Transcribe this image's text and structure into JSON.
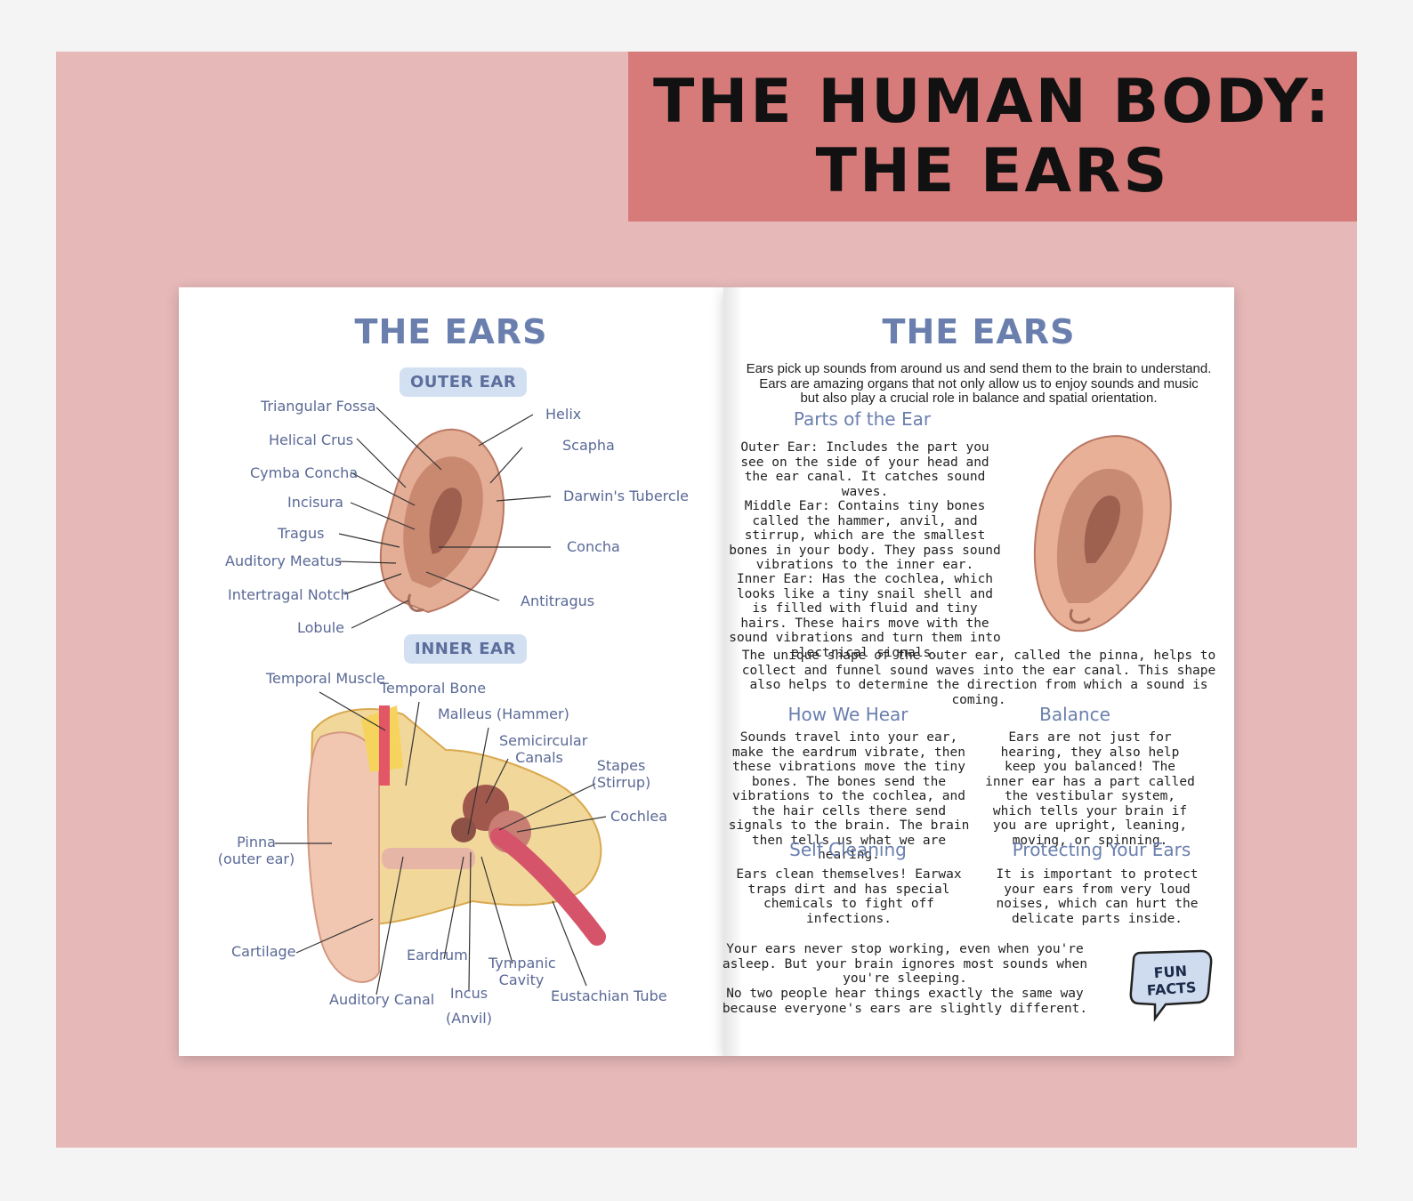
{
  "banner": {
    "title_line1": "THE HUMAN BODY:",
    "title_line2": "THE EARS"
  },
  "left_page": {
    "title": "THE EARS",
    "outer_ear_pill": "OUTER EAR",
    "inner_ear_pill": "INNER EAR",
    "outer_labels": {
      "triangular_fossa": "Triangular Fossa",
      "helical_crus": "Helical Crus",
      "cymba_concha": "Cymba Concha",
      "incisura": "Incisura",
      "tragus": "Tragus",
      "auditory_meatus": "Auditory Meatus",
      "intertragal_notch": "Intertragal Notch",
      "lobule": "Lobule",
      "helix": "Helix",
      "scapha": "Scapha",
      "darwins_tubercle": "Darwin's Tubercle",
      "concha": "Concha",
      "antitragus": "Antitragus"
    },
    "inner_labels": {
      "temporal_muscle": "Temporal Muscle",
      "temporal_bone": "Temporal Bone",
      "malleus": "Malleus (Hammer)",
      "semicircular_1": "Semicircular",
      "semicircular_2": "Canals",
      "stapes_1": "Stapes",
      "stapes_2": "(Stirrup)",
      "cochlea": "Cochlea",
      "pinna_1": "Pinna",
      "pinna_2": "(outer ear)",
      "cartilage": "Cartilage",
      "eardrum": "Eardrum",
      "tympanic_1": "Tympanic",
      "tympanic_2": "Cavity",
      "auditory_canal": "Auditory Canal",
      "incus_1": "Incus",
      "incus_2": "(Anvil)",
      "eustachian": "Eustachian Tube"
    }
  },
  "right_page": {
    "title": "THE EARS",
    "intro_1": "Ears pick up sounds from around us and send them to the brain to understand.",
    "intro_2": "Ears are amazing organs that not only allow us to enjoy sounds and music",
    "intro_3": "but also play a crucial role in balance and spatial orientation.",
    "parts_heading": "Parts of the Ear",
    "outer_ear_text": "Outer Ear: Includes the part you see on the side of your head and the ear canal. It catches sound waves.",
    "middle_ear_text": "Middle Ear: Contains tiny bones called the hammer, anvil, and stirrup, which are the smallest bones in your body. They pass sound vibrations to the inner ear.",
    "inner_ear_text": "Inner Ear: Has the cochlea, which looks like a tiny snail shell and is filled with fluid and tiny hairs. These hairs move with the sound vibrations and turn them into electrical signals.",
    "pinna_text": "The unique shape of the outer ear, called the pinna, helps to collect and funnel sound waves into the ear canal. This shape also helps to determine the direction from which a sound is coming.",
    "how_heading": "How We Hear",
    "how_text": "Sounds travel into your ear, make the eardrum vibrate, then these vibrations move the tiny bones. The bones send the vibrations to the cochlea, and the hair cells there send signals to the brain. The brain then tells us what we are hearing.",
    "balance_heading": "Balance",
    "balance_text": "Ears are not just for hearing, they also help keep you balanced! The inner ear has a part called the vestibular system, which tells your brain if you are upright, leaning, moving, or spinning.",
    "self_heading": "Self Cleaning",
    "self_text": "Ears clean themselves! Earwax traps dirt and has special chemicals to fight off infections.",
    "protect_heading": "Protecting Your Ears",
    "protect_text": "It is important to protect your ears from very loud noises, which can hurt the delicate parts inside.",
    "fact_1": "Your ears never stop working, even when you're asleep. But your brain ignores most sounds when you're sleeping.",
    "fact_2": "No two people hear things exactly the same way because everyone's ears are slightly different.",
    "fun_facts_badge": "FUN FACTS"
  },
  "colors": {
    "frame": "#e6b8b8",
    "banner": "#d67b7a",
    "heading_blue": "#6a7fae",
    "pill_bg": "#d3e0f1",
    "skin": "#e8b097",
    "bone": "#f2d79a"
  }
}
